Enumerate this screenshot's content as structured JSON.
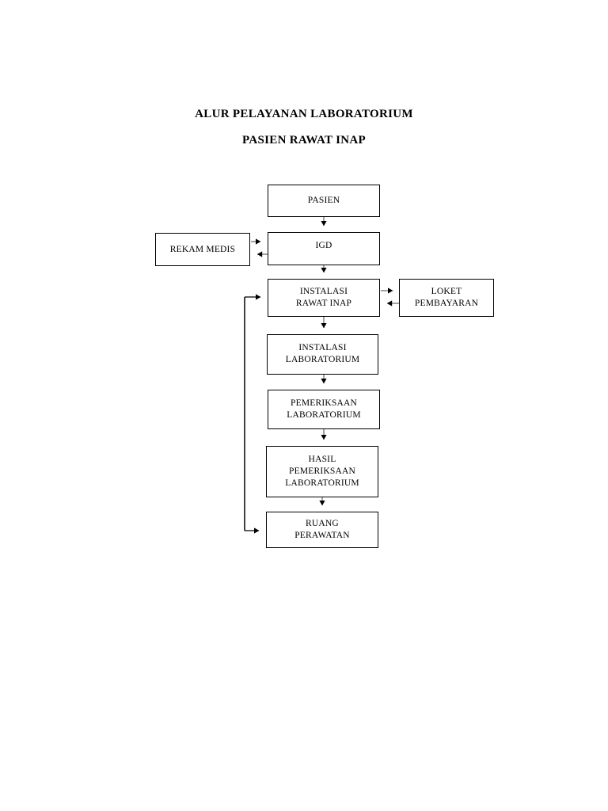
{
  "title": {
    "line1": "ALUR PELAYANAN LABORATORIUM",
    "line2": "PASIEN RAWAT INAP"
  },
  "diagram": {
    "type": "flowchart",
    "orientation": "top-to-bottom",
    "nodes": [
      {
        "id": "pasien",
        "label": "PASIEN"
      },
      {
        "id": "rekam-medis",
        "label": "REKAM MEDIS"
      },
      {
        "id": "igd",
        "label": "IGD"
      },
      {
        "id": "rawat-inap",
        "label": "INSTALASI\nRAWAT INAP"
      },
      {
        "id": "loket",
        "label": "LOKET\nPEMBAYARAN"
      },
      {
        "id": "instalasi-lab",
        "label": "INSTALASI\nLABORATORIUM"
      },
      {
        "id": "pemeriksaan",
        "label": "PEMERIKSAAN\nLABORATORIUM"
      },
      {
        "id": "hasil",
        "label": "HASIL\nPEMERIKSAAN\nLABORATORIUM"
      },
      {
        "id": "ruang",
        "label": "RUANG\nPERAWATAN"
      }
    ],
    "edges": [
      {
        "from": "pasien",
        "to": "igd",
        "direction": "down"
      },
      {
        "from": "rekam-medis",
        "to": "igd",
        "direction": "right"
      },
      {
        "from": "igd",
        "to": "rekam-medis",
        "direction": "left"
      },
      {
        "from": "igd",
        "to": "rawat-inap",
        "direction": "down"
      },
      {
        "from": "rawat-inap",
        "to": "loket",
        "direction": "right"
      },
      {
        "from": "loket",
        "to": "rawat-inap",
        "direction": "left"
      },
      {
        "from": "rawat-inap",
        "to": "instalasi-lab",
        "direction": "down"
      },
      {
        "from": "instalasi-lab",
        "to": "pemeriksaan",
        "direction": "down"
      },
      {
        "from": "pemeriksaan",
        "to": "hasil",
        "direction": "down"
      },
      {
        "from": "hasil",
        "to": "ruang",
        "direction": "down"
      },
      {
        "from": "ruang",
        "to": "rawat-inap",
        "direction": "feedback-left"
      },
      {
        "from": "feedback-line",
        "to": "ruang",
        "direction": "right"
      }
    ]
  },
  "colors": {
    "stroke": "#000000",
    "fill": "#ffffff",
    "text": "#000000"
  }
}
